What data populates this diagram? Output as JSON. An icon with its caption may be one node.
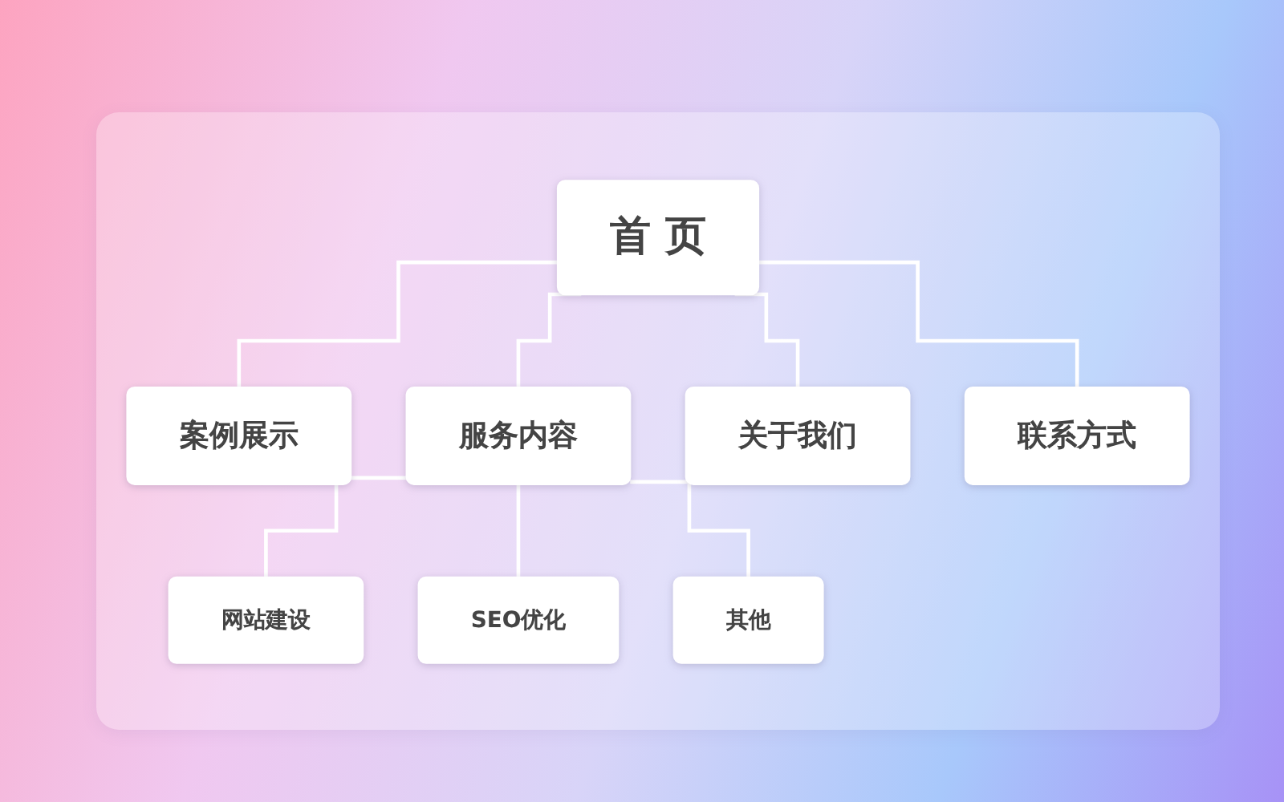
{
  "diagram": {
    "nodes": [
      {
        "text": [
          "首 页"
        ]
      },
      {
        "text": [
          "案例展示"
        ]
      },
      {
        "text": [
          "服务内容"
        ]
      },
      {
        "text": [
          "关于我们"
        ]
      },
      {
        "text": [
          "联系方式"
        ]
      },
      {
        "text": [
          "网站建设"
        ]
      },
      {
        "text": [
          "SEO优化"
        ]
      },
      {
        "text": [
          "其他"
        ]
      }
    ],
    "edges": [
      {
        "from": 0,
        "to": 1,
        "arrow": "none"
      },
      {
        "from": 0,
        "to": 2,
        "arrow": "none"
      },
      {
        "from": 0,
        "to": 3,
        "arrow": "none"
      },
      {
        "from": 0,
        "to": 4,
        "arrow": "none"
      },
      {
        "from": 2,
        "to": 5,
        "arrow": "none"
      },
      {
        "from": 2,
        "to": 6,
        "arrow": "none"
      },
      {
        "from": 2,
        "to": 7,
        "arrow": "none"
      }
    ]
  }
}
